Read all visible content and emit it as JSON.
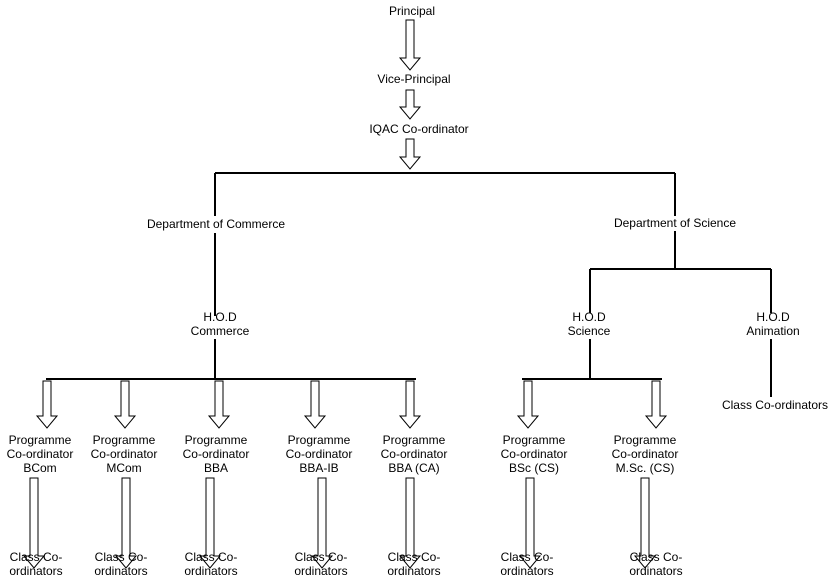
{
  "nodes": {
    "principal": {
      "lines": [
        "Principal"
      ]
    },
    "vice_principal": {
      "lines": [
        "Vice-Principal"
      ]
    },
    "iqac": {
      "lines": [
        "IQAC Co-ordinator"
      ]
    },
    "dept_commerce": {
      "lines": [
        "Department of Commerce"
      ]
    },
    "dept_science": {
      "lines": [
        "Department of Science"
      ]
    },
    "hod_commerce": {
      "lines": [
        "H.O.D",
        "Commerce"
      ]
    },
    "hod_science": {
      "lines": [
        "H.O.D",
        "Science"
      ]
    },
    "hod_animation": {
      "lines": [
        "H.O.D",
        "Animation"
      ]
    },
    "class_animation": {
      "lines": [
        "Class Co-ordinators"
      ]
    },
    "pc_bcom": {
      "lines": [
        "Programme",
        "Co-ordinator",
        "BCom"
      ]
    },
    "pc_mcom": {
      "lines": [
        "Programme",
        "Co-ordinator",
        "MCom"
      ]
    },
    "pc_bba": {
      "lines": [
        "Programme",
        "Co-ordinator",
        "BBA"
      ]
    },
    "pc_bbaib": {
      "lines": [
        "Programme",
        "Co-ordinator",
        "BBA-IB"
      ]
    },
    "pc_bbaca": {
      "lines": [
        "Programme",
        "Co-ordinator",
        "BBA (CA)"
      ]
    },
    "pc_bsc": {
      "lines": [
        "Programme",
        "Co-ordinator",
        "BSc (CS)"
      ]
    },
    "pc_msc": {
      "lines": [
        "Programme",
        "Co-ordinator",
        "M.Sc. (CS)"
      ]
    },
    "cc_bcom": {
      "lines": [
        "Class Co-",
        "ordinators"
      ]
    },
    "cc_mcom": {
      "lines": [
        "Class Co-",
        "ordinators"
      ]
    },
    "cc_bba": {
      "lines": [
        "Class Co-",
        "ordinators"
      ]
    },
    "cc_bbaib": {
      "lines": [
        "Class Co-",
        "ordinators"
      ]
    },
    "cc_bbaca": {
      "lines": [
        "Class Co-",
        "ordinators"
      ]
    },
    "cc_bsc": {
      "lines": [
        "Class Co-",
        "ordinators"
      ]
    },
    "cc_msc": {
      "lines": [
        "Class Co-",
        "ordinators"
      ]
    }
  },
  "edges": [
    {
      "from": "principal",
      "to": "vice_principal",
      "style": "hollow-arrow"
    },
    {
      "from": "vice_principal",
      "to": "iqac",
      "style": "hollow-arrow"
    },
    {
      "from": "iqac",
      "to": "dept_commerce",
      "style": "line"
    },
    {
      "from": "iqac",
      "to": "dept_science",
      "style": "line"
    },
    {
      "from": "dept_commerce",
      "to": "hod_commerce",
      "style": "line"
    },
    {
      "from": "dept_science",
      "to": "hod_science",
      "style": "line"
    },
    {
      "from": "dept_science",
      "to": "hod_animation",
      "style": "line"
    },
    {
      "from": "hod_animation",
      "to": "class_animation",
      "style": "line"
    },
    {
      "from": "hod_commerce",
      "to": "pc_bcom",
      "style": "hollow-arrow"
    },
    {
      "from": "hod_commerce",
      "to": "pc_mcom",
      "style": "hollow-arrow"
    },
    {
      "from": "hod_commerce",
      "to": "pc_bba",
      "style": "hollow-arrow"
    },
    {
      "from": "hod_commerce",
      "to": "pc_bbaib",
      "style": "hollow-arrow"
    },
    {
      "from": "hod_commerce",
      "to": "pc_bbaca",
      "style": "hollow-arrow"
    },
    {
      "from": "hod_science",
      "to": "pc_bsc",
      "style": "hollow-arrow"
    },
    {
      "from": "hod_science",
      "to": "pc_msc",
      "style": "hollow-arrow"
    },
    {
      "from": "pc_bcom",
      "to": "cc_bcom",
      "style": "hollow-arrow"
    },
    {
      "from": "pc_mcom",
      "to": "cc_mcom",
      "style": "hollow-arrow"
    },
    {
      "from": "pc_bba",
      "to": "cc_bba",
      "style": "hollow-arrow"
    },
    {
      "from": "pc_bbaib",
      "to": "cc_bbaib",
      "style": "hollow-arrow"
    },
    {
      "from": "pc_bbaca",
      "to": "cc_bbaca",
      "style": "hollow-arrow"
    },
    {
      "from": "pc_bsc",
      "to": "cc_bsc",
      "style": "hollow-arrow"
    },
    {
      "from": "pc_msc",
      "to": "cc_msc",
      "style": "hollow-arrow"
    }
  ]
}
